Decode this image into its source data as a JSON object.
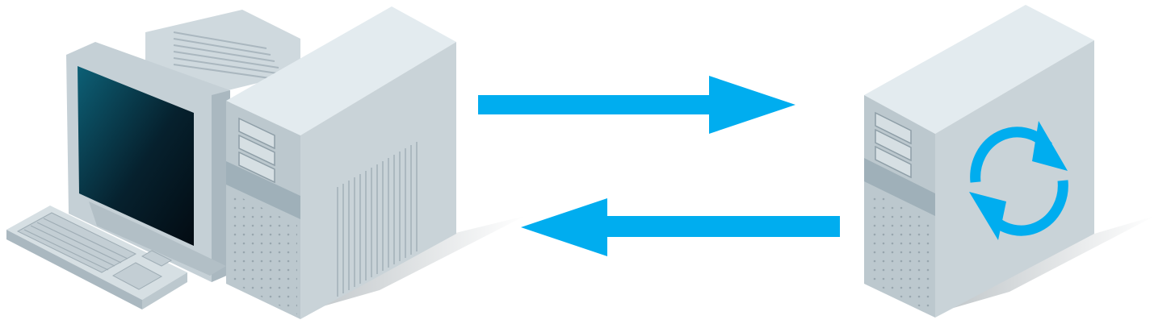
{
  "diagram": {
    "nodes": [
      {
        "id": "client",
        "icon": "desktop-computer-icon"
      },
      {
        "id": "server",
        "icon": "server-tower-icon",
        "badge_icon": "sync-arrows-icon"
      }
    ],
    "edges": [
      {
        "from": "client",
        "to": "server",
        "icon": "arrow-right-icon"
      },
      {
        "from": "server",
        "to": "client",
        "icon": "arrow-left-icon"
      }
    ]
  },
  "colors": {
    "accent": "#00adef",
    "case_front": "#c7d2d8",
    "case_top": "#e3ebef",
    "case_side": "#b3c0c7",
    "band": "#9fb0b9",
    "screen_dark": "#030b12",
    "screen_light": "#0d6076"
  }
}
